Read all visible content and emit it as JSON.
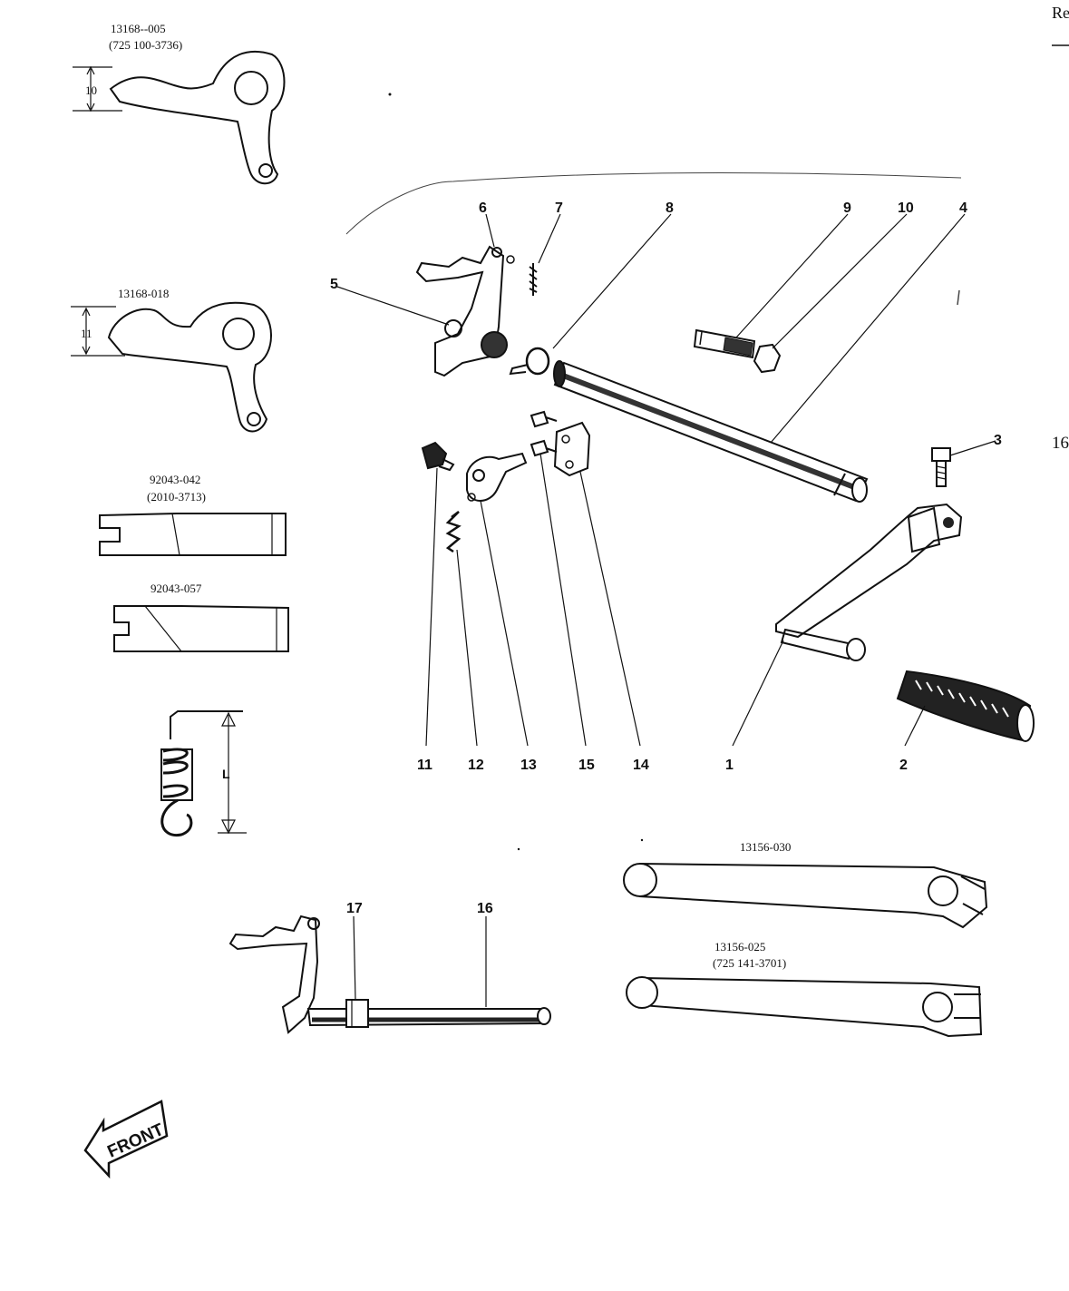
{
  "corner_text": {
    "top": "Re",
    "mid": "16"
  },
  "variants": {
    "arm_a": {
      "part": "13168--005",
      "ref": "(725 100-3736)",
      "dim": "10"
    },
    "arm_b": {
      "part": "13168-018",
      "dim": "11"
    },
    "pin_a": {
      "part": "92043-042",
      "ref": "(2010-3713)"
    },
    "pin_b": {
      "part": "92043-057"
    },
    "spring": {
      "dim": "L"
    },
    "lever_a": {
      "part": "13156-030"
    },
    "lever_b": {
      "part": "13156-025",
      "ref": "(725 141-3701)"
    }
  },
  "callouts": {
    "n1": "1",
    "n2": "2",
    "n3": "3",
    "n4": "4",
    "n5": "5",
    "n6": "6",
    "n7": "7",
    "n8": "8",
    "n9": "9",
    "n10": "10",
    "n11": "11",
    "n12": "12",
    "n13": "13",
    "n14": "14",
    "n15": "15",
    "n16": "16",
    "n17": "17"
  },
  "front_label": "FRONT",
  "colors": {
    "ink": "#111111",
    "paper": "#ffffff"
  }
}
